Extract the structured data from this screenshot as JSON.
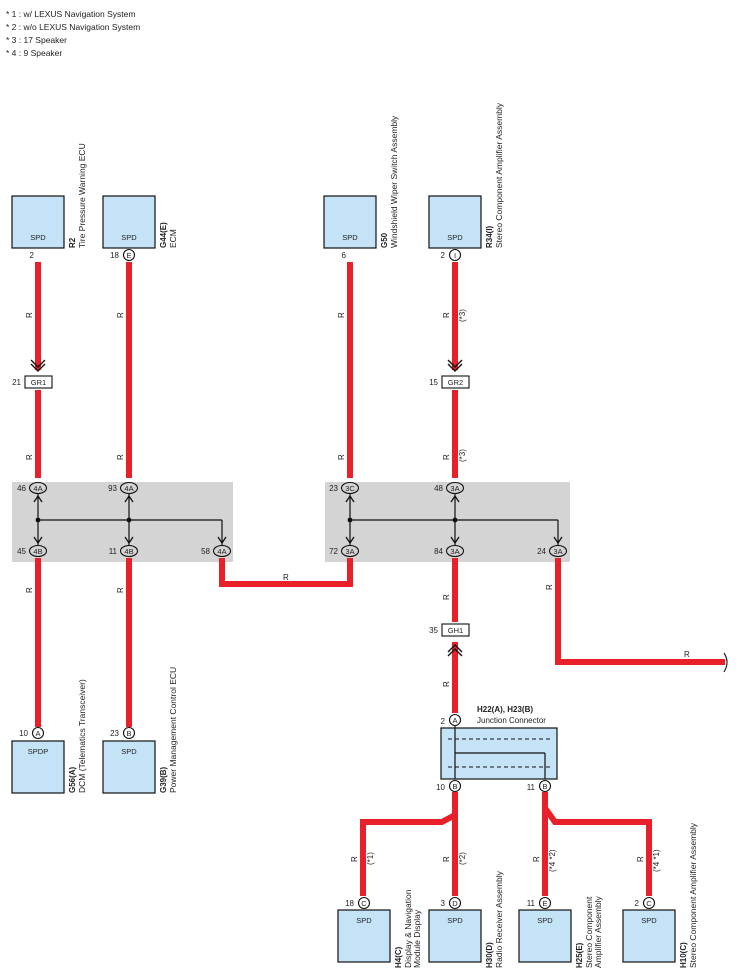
{
  "notes": [
    "* 1 : w/ LEXUS Navigation System",
    "* 2 : w/o LEXUS Navigation System",
    "* 3 : 17 Speaker",
    "* 4 : 9 Speaker"
  ],
  "components": {
    "r2": {
      "box": "SPD",
      "code": "R2",
      "name": "Tire Pressure Warning ECU",
      "pin": "2"
    },
    "g44": {
      "box": "SPD",
      "code": "G44(E)",
      "name": "ECM",
      "pin": "18",
      "conn": "E"
    },
    "g50": {
      "box": "SPD",
      "code": "G50",
      "name": "Windshield Wiper Switch Assembly",
      "pin": "6"
    },
    "r34": {
      "box": "SPD",
      "code": "R34(I)",
      "name": "Stereo Component Amplifier Assembly",
      "pin": "2",
      "conn": "I"
    },
    "g56": {
      "box": "SPDP",
      "code": "G56(A)",
      "name": "DCM (Telematics Transceiver)",
      "pin": "10",
      "conn": "A"
    },
    "g39": {
      "box": "SPD",
      "code": "G39(B)",
      "name": "Power Management Control ECU",
      "pin": "23",
      "conn": "B"
    },
    "h4": {
      "box": "SPD",
      "code": "H4(C)",
      "name_lines": [
        "Display & Navigation",
        "Module Display"
      ],
      "pin": "18",
      "conn": "C"
    },
    "h30": {
      "box": "SPD",
      "code": "H30(D)",
      "name": "Radio Receiver Assembly",
      "pin": "3",
      "conn": "D"
    },
    "h25": {
      "box": "SPD",
      "code": "H25(E)",
      "name_lines": [
        "Stereo Component",
        "Amplifier Assembly"
      ],
      "pin": "11",
      "conn": "E"
    },
    "h10": {
      "box": "SPD",
      "code": "H10(C)",
      "name": "Stereo Component Amplifier Assembly",
      "pin": "2",
      "conn": "C"
    }
  },
  "connectors": {
    "gr1": {
      "label": "GR1",
      "pin": "21"
    },
    "gr2": {
      "label": "GR2",
      "pin": "15"
    },
    "gh1": {
      "label": "GH1",
      "pin": "35"
    }
  },
  "junction_block_left": {
    "top": [
      {
        "pin": "46",
        "conn": "4A"
      },
      {
        "pin": "93",
        "conn": "4A"
      }
    ],
    "bottom": [
      {
        "pin": "45",
        "conn": "4B"
      },
      {
        "pin": "11",
        "conn": "4B"
      },
      {
        "pin": "58",
        "conn": "4A"
      }
    ]
  },
  "junction_block_right": {
    "top": [
      {
        "pin": "23",
        "conn": "3C"
      },
      {
        "pin": "48",
        "conn": "3A"
      }
    ],
    "bottom": [
      {
        "pin": "72",
        "conn": "3A"
      },
      {
        "pin": "84",
        "conn": "3A"
      },
      {
        "pin": "24",
        "conn": "3A"
      }
    ]
  },
  "junction_connector": {
    "title": "H22(A), H23(B)",
    "name": "Junction Connector",
    "top_pin": "2",
    "top_conn": "A",
    "bottom": [
      {
        "pin": "10",
        "conn": "B"
      },
      {
        "pin": "11",
        "conn": "B"
      }
    ]
  },
  "wire_color": "R",
  "wire_notes": {
    "star1": "(*1)",
    "star2": "(*2)",
    "star3": "(*3)",
    "star42": "(*4 *2)",
    "star41": "(*4 *1)"
  },
  "colors": {
    "wire": "#e8202a",
    "component_fill": "#c5e3f6",
    "junction_fill": "#d4d4d4"
  }
}
